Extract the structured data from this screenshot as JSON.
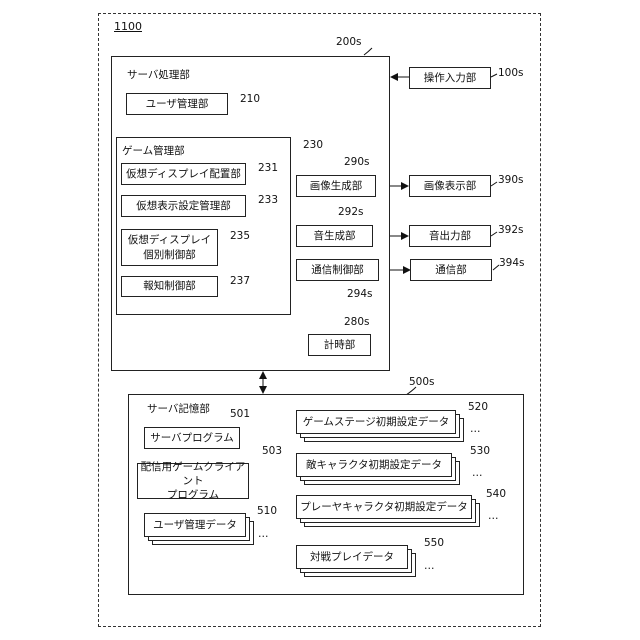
{
  "system": {
    "ref": "1100"
  },
  "server_processing": {
    "title": "サーバ処理部",
    "ref": "200s",
    "user_mgmt": {
      "label": "ユーザ管理部",
      "ref": "210"
    },
    "game_mgmt": {
      "title": "ゲーム管理部",
      "ref": "230",
      "items": [
        {
          "label": "仮想ディスプレイ配置部",
          "ref": "231"
        },
        {
          "label": "仮想表示設定管理部",
          "ref": "233"
        },
        {
          "label": "仮想ディスプレイ\n個別制御部",
          "ref": "235"
        },
        {
          "label": "報知制御部",
          "ref": "237"
        }
      ]
    },
    "image_gen": {
      "label": "画像生成部",
      "ref": "290s"
    },
    "sound_gen": {
      "label": "音生成部",
      "ref": "292s"
    },
    "comm_ctrl": {
      "label": "通信制御部",
      "ref": "294s"
    },
    "timer": {
      "label": "計時部",
      "ref": "280s"
    }
  },
  "operation_input": {
    "label": "操作入力部",
    "ref": "100s"
  },
  "image_display": {
    "label": "画像表示部",
    "ref": "390s"
  },
  "sound_output": {
    "label": "音出力部",
    "ref": "392s"
  },
  "communication": {
    "label": "通信部",
    "ref": "394s"
  },
  "server_storage": {
    "title": "サーバ記憶部",
    "ref": "500s",
    "server_program": {
      "label": "サーバプログラム",
      "ref": "501"
    },
    "client_program": {
      "label": "配信用ゲームクライアント\nプログラム",
      "ref": "503"
    },
    "user_mgmt_data": {
      "label": "ユーザ管理データ",
      "ref": "510",
      "ellipsis": "…"
    },
    "stage_init": {
      "label": "ゲームステージ初期設定データ",
      "ref": "520",
      "ellipsis": "…"
    },
    "enemy_init": {
      "label": "敵キャラクタ初期設定データ",
      "ref": "530",
      "ellipsis": "…"
    },
    "player_init": {
      "label": "プレーヤキャラクタ初期設定データ",
      "ref": "540",
      "ellipsis": "…"
    },
    "battle_play": {
      "label": "対戦プレイデータ",
      "ref": "550",
      "ellipsis": "…"
    }
  }
}
